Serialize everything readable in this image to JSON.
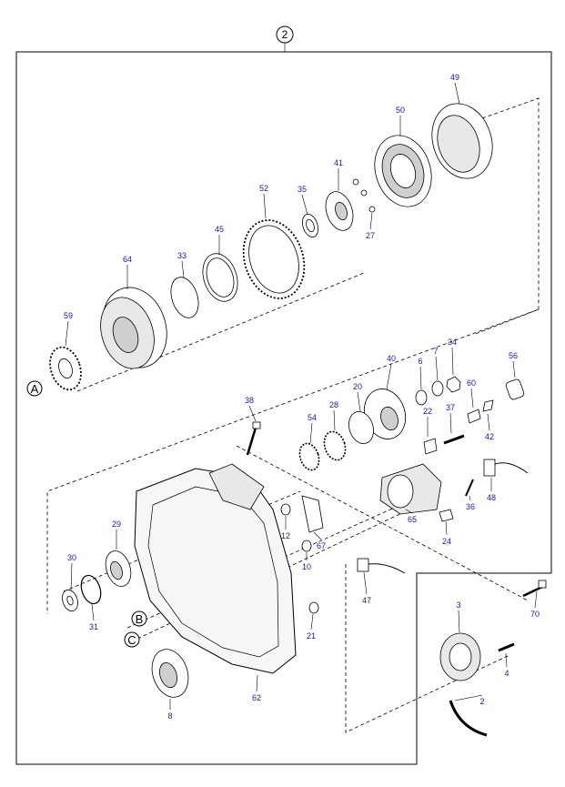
{
  "diagram": {
    "group_number": "2",
    "reference_letters": [
      "A",
      "B",
      "C"
    ],
    "part_numbers": [
      "49",
      "50",
      "41",
      "27",
      "52",
      "35",
      "45",
      "33",
      "64",
      "59",
      "40",
      "6",
      "7",
      "34",
      "56",
      "60",
      "42",
      "22",
      "37",
      "20",
      "28",
      "54",
      "38",
      "65",
      "36",
      "48",
      "24",
      "29",
      "12",
      "67",
      "10",
      "30",
      "31",
      "47",
      "21",
      "62",
      "8",
      "3",
      "4",
      "2",
      "70"
    ]
  }
}
